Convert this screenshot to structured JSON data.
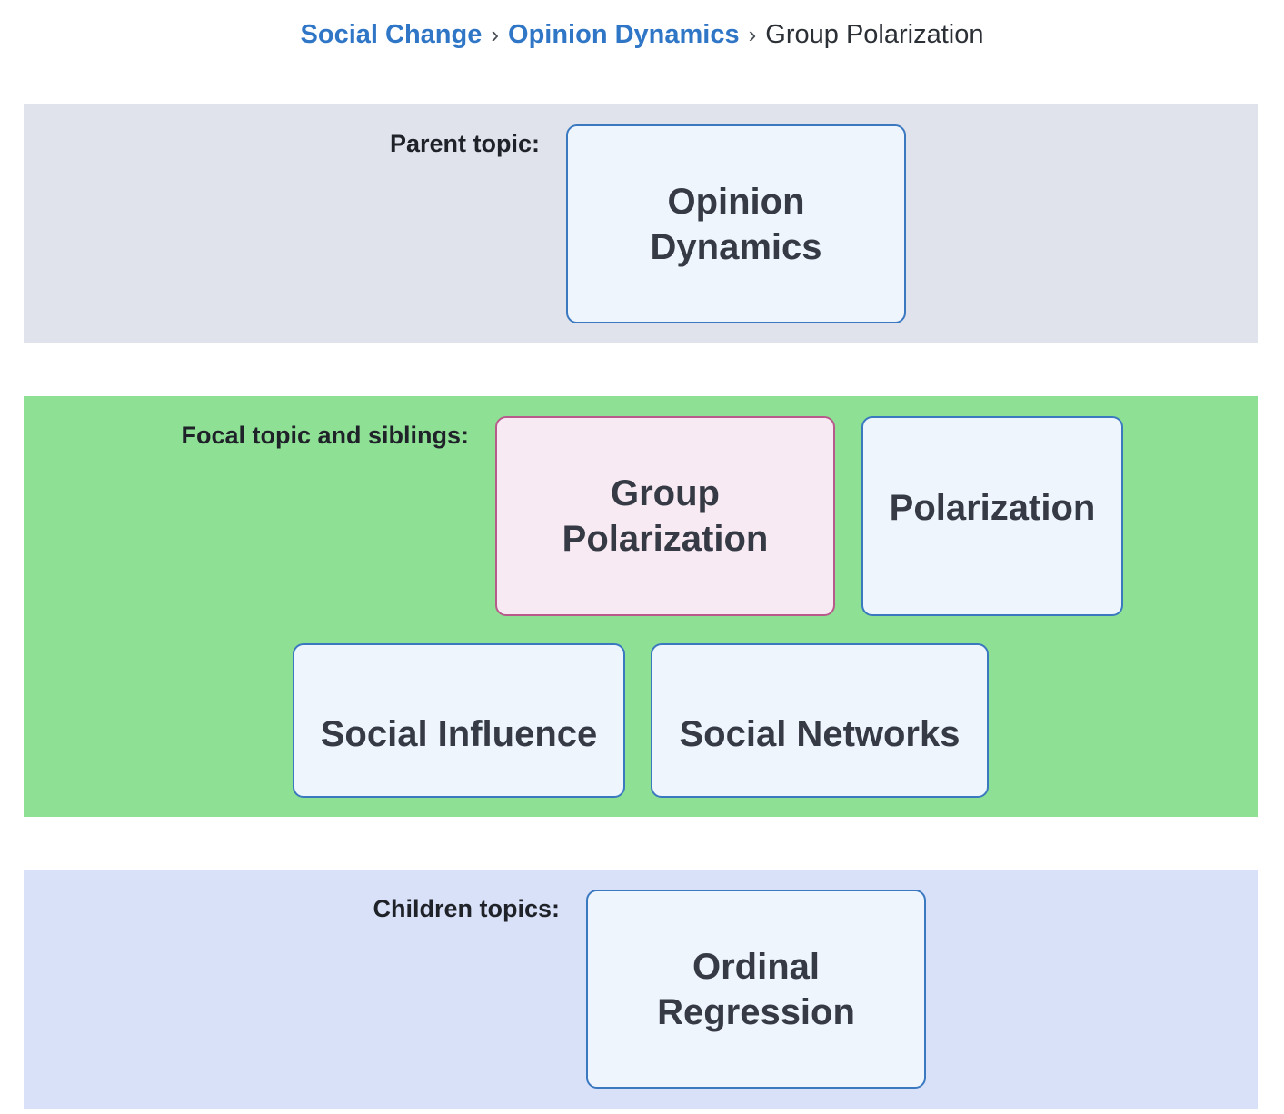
{
  "breadcrumb": {
    "items": [
      "Social Change",
      "Opinion Dynamics"
    ],
    "separator": "›",
    "current": "Group Polarization"
  },
  "sections": {
    "parent": {
      "label": "Parent topic:",
      "topics": [
        "Opinion Dynamics"
      ]
    },
    "focal": {
      "label": "Focal topic and siblings:",
      "focal_topic": "Group Polarization",
      "siblings": [
        "Polarization",
        "Social Influence",
        "Social Networks"
      ]
    },
    "children": {
      "label": "Children topics:",
      "topics": [
        "Ordinal Regression"
      ]
    }
  },
  "colors": {
    "link": "#2f76c6",
    "parent_band": "#e0e3eb",
    "focal_band": "#8de094",
    "children_band": "#d8e1f8",
    "node_fill": "#eef5fd",
    "node_border": "#3a78c0",
    "focal_fill": "#f8eaf3",
    "focal_border": "#b85a8c"
  }
}
